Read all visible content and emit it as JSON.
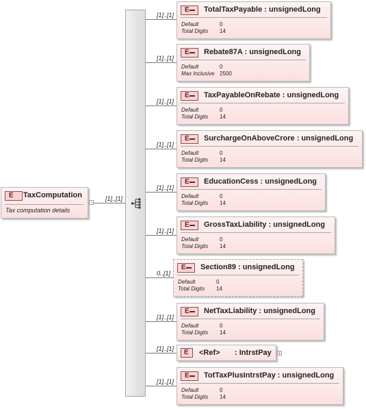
{
  "root": {
    "badge": "E",
    "name": "TaxComputation",
    "annotation": "Tax computation details",
    "cardinality": "[1]..[1]",
    "collapse_symbol": "−"
  },
  "sequence": {
    "icon": "sequence-icon"
  },
  "children": [
    {
      "badge": "E",
      "name": "TotalTaxPayable",
      "type": ": unsignedLong",
      "cardinality": "[1]..[1]",
      "optional": false,
      "facets": [
        {
          "label": "Default",
          "value": "0"
        },
        {
          "label": "Total Digits",
          "value": "14"
        }
      ]
    },
    {
      "badge": "E",
      "name": "Rebate87A",
      "type": ": unsignedLong",
      "cardinality": "[1]..[1]",
      "optional": false,
      "facets": [
        {
          "label": "Default",
          "value": "0"
        },
        {
          "label": "Max Inclusive",
          "value": "2500"
        }
      ]
    },
    {
      "badge": "E",
      "name": "TaxPayableOnRebate",
      "type": ": unsignedLong",
      "cardinality": "[1]..[1]",
      "optional": false,
      "facets": [
        {
          "label": "Default",
          "value": "0"
        },
        {
          "label": "Total Digits",
          "value": "14"
        }
      ]
    },
    {
      "badge": "E",
      "name": "SurchargeOnAboveCrore",
      "type": ": unsignedLong",
      "cardinality": "[1]..[1]",
      "optional": false,
      "facets": [
        {
          "label": "Default",
          "value": "0"
        },
        {
          "label": "Total Digits",
          "value": "14"
        }
      ]
    },
    {
      "badge": "E",
      "name": "EducationCess",
      "type": ": unsignedLong",
      "cardinality": "[1]..[1]",
      "optional": false,
      "facets": [
        {
          "label": "Default",
          "value": "0"
        },
        {
          "label": "Total Digits",
          "value": "14"
        }
      ]
    },
    {
      "badge": "E",
      "name": "GrossTaxLiability",
      "type": ": unsignedLong",
      "cardinality": "[1]..[1]",
      "optional": false,
      "facets": [
        {
          "label": "Default",
          "value": "0"
        },
        {
          "label": "Total Digits",
          "value": "14"
        }
      ]
    },
    {
      "badge": "E",
      "name": "Section89",
      "type": ": unsignedLong",
      "cardinality": "0..[1]",
      "optional": true,
      "facets": [
        {
          "label": "Default",
          "value": "0"
        },
        {
          "label": "Total Digits",
          "value": "14"
        }
      ]
    },
    {
      "badge": "E",
      "name": "NetTaxLiability",
      "type": ": unsignedLong",
      "cardinality": "[1]..[1]",
      "optional": false,
      "facets": [
        {
          "label": "Default",
          "value": "0"
        },
        {
          "label": "Total Digits",
          "value": "14"
        }
      ]
    },
    {
      "badge": "E",
      "name": "<Ref>",
      "type": ": IntrstPay",
      "cardinality": "[1]..[1]",
      "optional": false,
      "is_ref": true,
      "expand_symbol": "+",
      "facets": []
    },
    {
      "badge": "E",
      "name": "TotTaxPlusIntrstPay",
      "type": ": unsignedLong",
      "cardinality": "[1]..[1]",
      "optional": false,
      "facets": [
        {
          "label": "Default",
          "value": "0"
        },
        {
          "label": "Total Digits",
          "value": "14"
        }
      ]
    }
  ]
}
